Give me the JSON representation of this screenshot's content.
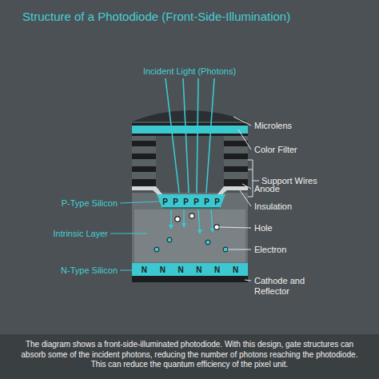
{
  "diagram": {
    "title": "Structure of a Photodiode (Front-Side-Illumination)",
    "caption": "The diagram shows a front-side-illuminated photodiode. With this design, gate structures can absorb some of the incident photons, reducing the number of photons reaching the photodiode. This can reduce the quantum efficiency of the pixel unit.",
    "nodes": [
      {
        "text": [
          "P",
          "P",
          "P",
          "P",
          "P",
          "P"
        ]
      },
      {
        "text": [
          "N",
          "N",
          "N",
          "N",
          "N",
          "N"
        ]
      }
    ],
    "labels": [
      "Incident Light (Photons)",
      "Microlens",
      "Color Filter",
      "Support Wires",
      "Anode",
      "Insulation",
      "P-Type Silicon",
      "Hole",
      "Intrinsic Layer",
      "Electron",
      "N-Type Silicon",
      "Cathode and Reflector"
    ]
  }
}
